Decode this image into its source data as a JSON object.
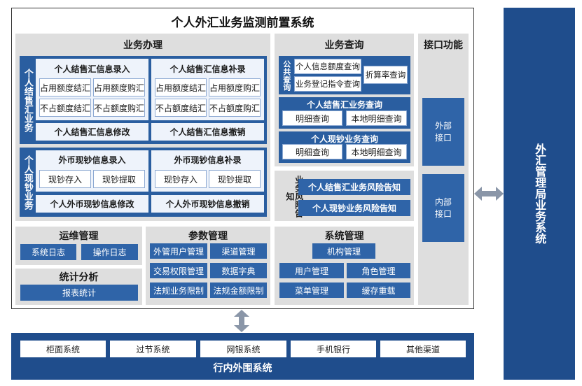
{
  "main_title": "个人外汇业务监测前置系统",
  "business": {
    "title": "业务办理",
    "jsh_side": "个人结售汇业务",
    "jsh_entry": {
      "title": "个人结售汇信息录入",
      "items": [
        "占用额度结汇",
        "占用额度购汇",
        "不占额度结汇",
        "不占额度购汇"
      ]
    },
    "jsh_supp": {
      "title": "个人结售汇信息补录",
      "items": [
        "占用额度结汇",
        "占用额度购汇",
        "不占额度结汇",
        "不占额度购汇"
      ]
    },
    "jsh_modify": "个人结售汇信息修改",
    "jsh_cancel": "个人结售汇信息撤销",
    "xc_side": "个人现钞业务",
    "xc_entry": {
      "title": "外币现钞信息录入",
      "items": [
        "现钞存入",
        "现钞提取"
      ]
    },
    "xc_supp": {
      "title": "外币现钞信息补录",
      "items": [
        "现钞存入",
        "现钞提取"
      ]
    },
    "xc_modify": "个人外币现钞信息修改",
    "xc_cancel": "个人外币现钞信息撤销"
  },
  "query": {
    "title": "业务查询",
    "public_side": "公共查询",
    "public_items": [
      "个人信息额度查询",
      "业务登记指令查询"
    ],
    "rate_query": "折算率查询",
    "jsh_query": {
      "title": "个人结售汇业务查询",
      "items": [
        "明细查询",
        "本地明细查询"
      ]
    },
    "xc_query": {
      "title": "个人现钞业务查询",
      "items": [
        "明细查询",
        "本地明细查询"
      ]
    }
  },
  "risk": {
    "side": "业务风险告知",
    "items": [
      "个人结售汇业务风险告知",
      "个人现钞业务风险告知"
    ]
  },
  "interface": {
    "title": "接口功能",
    "external": "外部接口",
    "internal": "内部接口"
  },
  "ops": {
    "title": "运维管理",
    "items": [
      "系统日志",
      "操作日志"
    ]
  },
  "stats": {
    "title": "统计分析",
    "items": [
      "报表统计"
    ]
  },
  "params": {
    "title": "参数管理",
    "items": [
      "外管用户管理",
      "渠道管理",
      "交易权限管理",
      "数据字典",
      "法规业务限制",
      "法规金额限制"
    ]
  },
  "sysmgmt": {
    "title": "系统管理",
    "items": [
      "机构管理",
      "用户管理",
      "角色管理",
      "菜单管理",
      "缓存重载"
    ]
  },
  "peripheral": {
    "title": "行内外围系统",
    "items": [
      "柜面系统",
      "过节系统",
      "网银系统",
      "手机银行",
      "其他渠道"
    ]
  },
  "safe_system": "外汇管理局业务系统",
  "colors": {
    "navy": "#1f4d8c",
    "blue": "#2a5ea0",
    "panel": "#dedede",
    "arrow": "#8a96a8"
  }
}
